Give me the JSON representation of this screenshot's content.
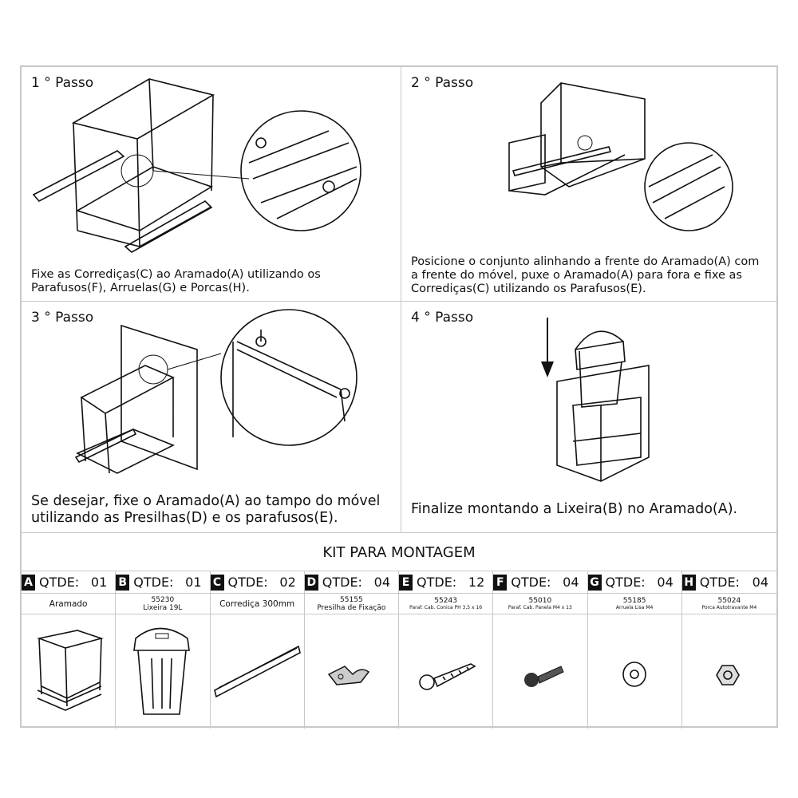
{
  "steps": [
    {
      "title": "1 ° Passo",
      "caption": [
        "Fixe as Corrediças(C) ao Aramado(A) utilizando os",
        "Parafusos(F), Arruelas(G) e Porcas(H)."
      ]
    },
    {
      "title": "2 ° Passo",
      "caption": [
        "Posicione o conjunto alinhando a frente do Aramado(A) com",
        "a frente do móvel, puxe o Aramado(A) para fora e fixe as",
        "Corrediças(C) utilizando os Parafusos(E)."
      ]
    },
    {
      "title": "3 ° Passo",
      "caption": [
        "Se desejar, fixe o Aramado(A) ao tampo do móvel",
        "utilizando as Presilhas(D) e os parafusos(E)."
      ]
    },
    {
      "title": "4 ° Passo",
      "caption": [
        "Finalize montando a Lixeira(B) no Aramado(A)."
      ]
    }
  ],
  "kit": {
    "title": "KIT PARA MONTAGEM",
    "qty_label": "QTDE:",
    "items": [
      {
        "letter": "A",
        "qty": "01",
        "code": "",
        "name": "Aramado"
      },
      {
        "letter": "B",
        "qty": "01",
        "code": "55230",
        "name": "Lixeira 19L"
      },
      {
        "letter": "C",
        "qty": "02",
        "code": "",
        "name": "Corrediça 300mm"
      },
      {
        "letter": "D",
        "qty": "04",
        "code": "55155",
        "name": "Presilha de Fixação"
      },
      {
        "letter": "E",
        "qty": "12",
        "code": "55243",
        "name": "Paraf. Cab. Conica PH 3,5 x 16"
      },
      {
        "letter": "F",
        "qty": "04",
        "code": "55010",
        "name": "Paraf. Cab. Panela M4 x 13"
      },
      {
        "letter": "G",
        "qty": "04",
        "code": "55185",
        "name": "Arruela Lisa M4"
      },
      {
        "letter": "H",
        "qty": "04",
        "code": "55024",
        "name": "Porca Autotravante M4"
      }
    ]
  }
}
